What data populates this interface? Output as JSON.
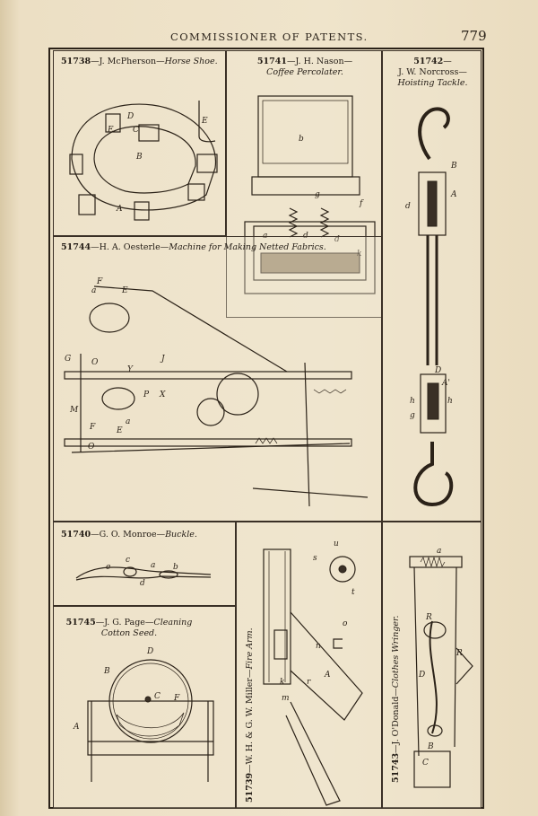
{
  "running_head": "COMMISSIONER OF PATENTS.",
  "page_number": "779",
  "panels": [
    {
      "id": "p1",
      "number": "51738",
      "inventor": "J. McPherson",
      "title": "Horse Shoe.",
      "labels": [
        "D",
        "E",
        "C",
        "E",
        "B",
        "A"
      ]
    },
    {
      "id": "p2",
      "number": "51741",
      "inventor": "J. H. Nason",
      "title": "Coffee Percolater.",
      "labels": [
        "b",
        "g",
        "f",
        "a",
        "d",
        "d",
        "k"
      ]
    },
    {
      "id": "p3",
      "number": "51742",
      "inventor": "J. W. Norcross",
      "title": "Hoisting Tackle.",
      "labels": [
        "B",
        "A",
        "d",
        "D",
        "A'",
        "h",
        "h",
        "g"
      ]
    },
    {
      "id": "p4",
      "number": "51744",
      "inventor": "H. A. Oesterle",
      "title": "Machine for Making Netted Fabrics.",
      "labels": [
        "F",
        "a",
        "E",
        "G",
        "O",
        "Y",
        "J",
        "P",
        "X",
        "M",
        "F",
        "E",
        "O",
        "a"
      ]
    },
    {
      "id": "p5",
      "number": "51740",
      "inventor": "G. O. Monroe",
      "title": "Buckle.",
      "labels": [
        "e",
        "c",
        "a",
        "b",
        "d"
      ]
    },
    {
      "id": "p6",
      "number": "51745",
      "inventor": "J. G. Page",
      "title": "Cleaning Cotton Seed.",
      "labels": [
        "D",
        "B",
        "C",
        "F",
        "A"
      ]
    },
    {
      "id": "p7",
      "number": "51739",
      "inventor": "W. H. & G. W. Miller",
      "title": "Fire Arm.",
      "labels": [
        "u",
        "s",
        "t",
        "o",
        "n",
        "A",
        "k",
        "m",
        "r"
      ]
    },
    {
      "id": "p8",
      "number": "51743",
      "inventor": "J. O'Donald",
      "title": "Clothes Wringer.",
      "labels": [
        "a",
        "R",
        "R",
        "D",
        "B",
        "C"
      ]
    }
  ]
}
